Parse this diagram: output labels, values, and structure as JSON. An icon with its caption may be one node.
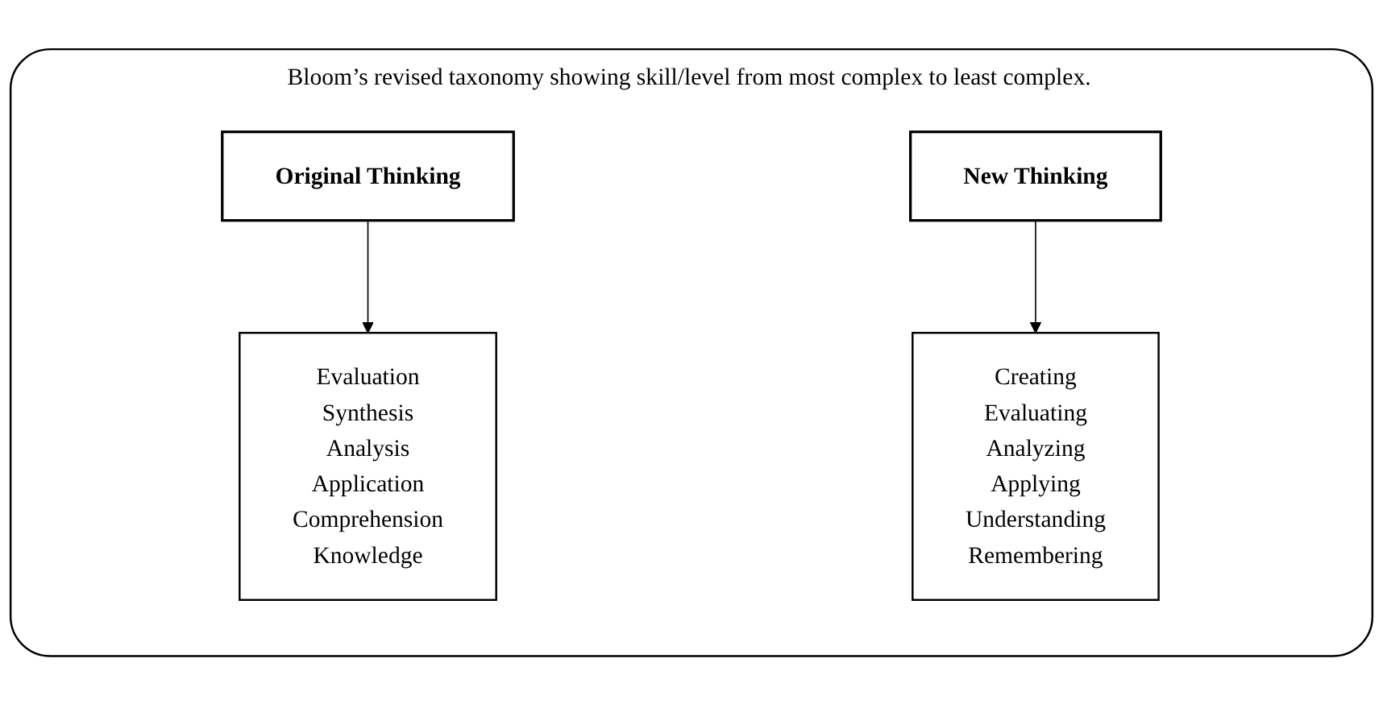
{
  "diagram": {
    "nodes": [
      {
        "text": [
          "Bloom’s revised taxonomy showing skill/level from most complex to least complex."
        ]
      },
      {
        "text": [
          "Original Thinking"
        ],
        "in": 0
      },
      {
        "text": [
          "New Thinking"
        ],
        "in": 0
      },
      {
        "text": [
          "Evaluation",
          "Synthesis",
          "Analysis",
          "Application",
          "Comprehension",
          "Knowledge"
        ],
        "in": 0
      },
      {
        "text": [
          "Creating",
          "Evaluating",
          "Analyzing",
          "Applying",
          "Understanding",
          "Remembering"
        ],
        "in": 0
      }
    ],
    "edges": [
      {
        "from": 1,
        "to": 3,
        "arrow": "to"
      },
      {
        "from": 2,
        "to": 4,
        "arrow": "to"
      }
    ]
  }
}
